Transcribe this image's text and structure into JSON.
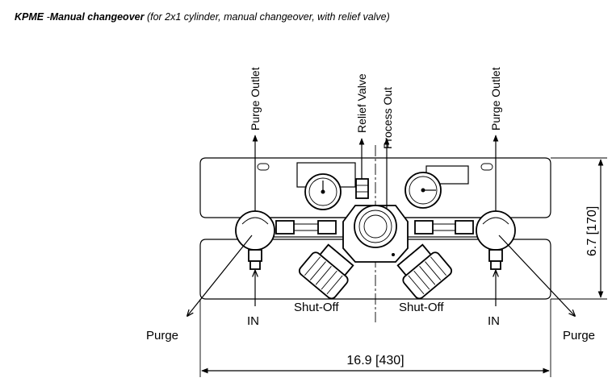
{
  "header": {
    "model": "KPME",
    "separator": " -",
    "name": "Manual changeover",
    "description": " (for 2x1 cylinder, manual changeover, with relief valve)"
  },
  "labels": {
    "purge_outlet_left": "Purge Outlet",
    "relief_valve": "Relief Valve",
    "process_out": "Process Out",
    "purge_outlet_right": "Purge Outlet",
    "shutoff_left": "Shut-Off",
    "shutoff_right": "Shut-Off",
    "in_left": "IN",
    "in_right": "IN",
    "purge_left": "Purge",
    "purge_right": "Purge"
  },
  "dimensions": {
    "height": "6.7 [170]",
    "width": "16.9 [430]"
  }
}
